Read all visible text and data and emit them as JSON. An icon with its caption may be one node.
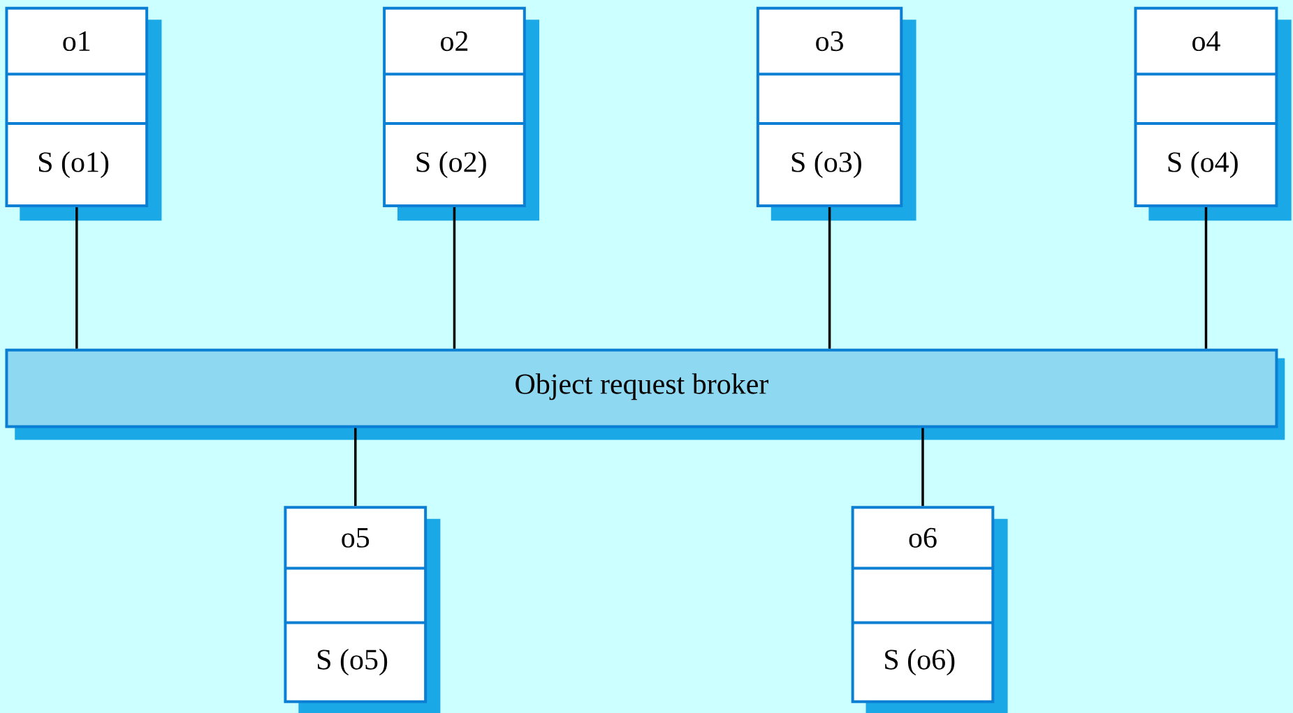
{
  "diagram": {
    "nodes": [
      {
        "text": [
          "o1",
          "S (o1)"
        ]
      },
      {
        "text": [
          "o2",
          "S (o2)"
        ]
      },
      {
        "text": [
          "o3",
          "S (o3)"
        ]
      },
      {
        "text": [
          "o4",
          "S (o4)"
        ]
      },
      {
        "text": [
          "Object request broker"
        ]
      },
      {
        "text": [
          "o5",
          "S (o5)"
        ]
      },
      {
        "text": [
          "o6",
          "S (o6)"
        ]
      }
    ],
    "edges": [
      {
        "from": 0,
        "to": 4,
        "arrow": "none"
      },
      {
        "from": 1,
        "to": 4,
        "arrow": "none"
      },
      {
        "from": 2,
        "to": 4,
        "arrow": "none"
      },
      {
        "from": 3,
        "to": 4,
        "arrow": "none"
      },
      {
        "from": 4,
        "to": 5,
        "arrow": "none"
      },
      {
        "from": 4,
        "to": 6,
        "arrow": "none"
      }
    ]
  }
}
